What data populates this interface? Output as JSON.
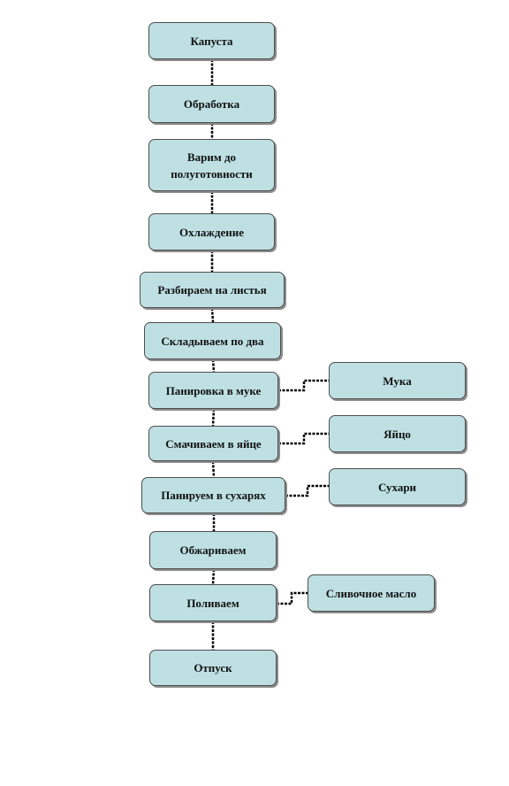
{
  "diagram": {
    "steps": [
      "Капуста",
      "Обработка",
      "Варим до полуготовности",
      "Охлаждение",
      "Разбираем на листья",
      "Складываем по два",
      "Панировка в муке",
      "Смачиваем в яйце",
      "Панируем в сухарях",
      "Обжариваем",
      "Поливаем",
      "Отпуск"
    ],
    "ingredients": [
      "Мука",
      "Яйцо",
      "Сухари",
      "Сливочное масло"
    ]
  },
  "colors": {
    "box_fill": "#bfe0e3",
    "box_border": "#4d4d4d",
    "connector": "#000000"
  }
}
